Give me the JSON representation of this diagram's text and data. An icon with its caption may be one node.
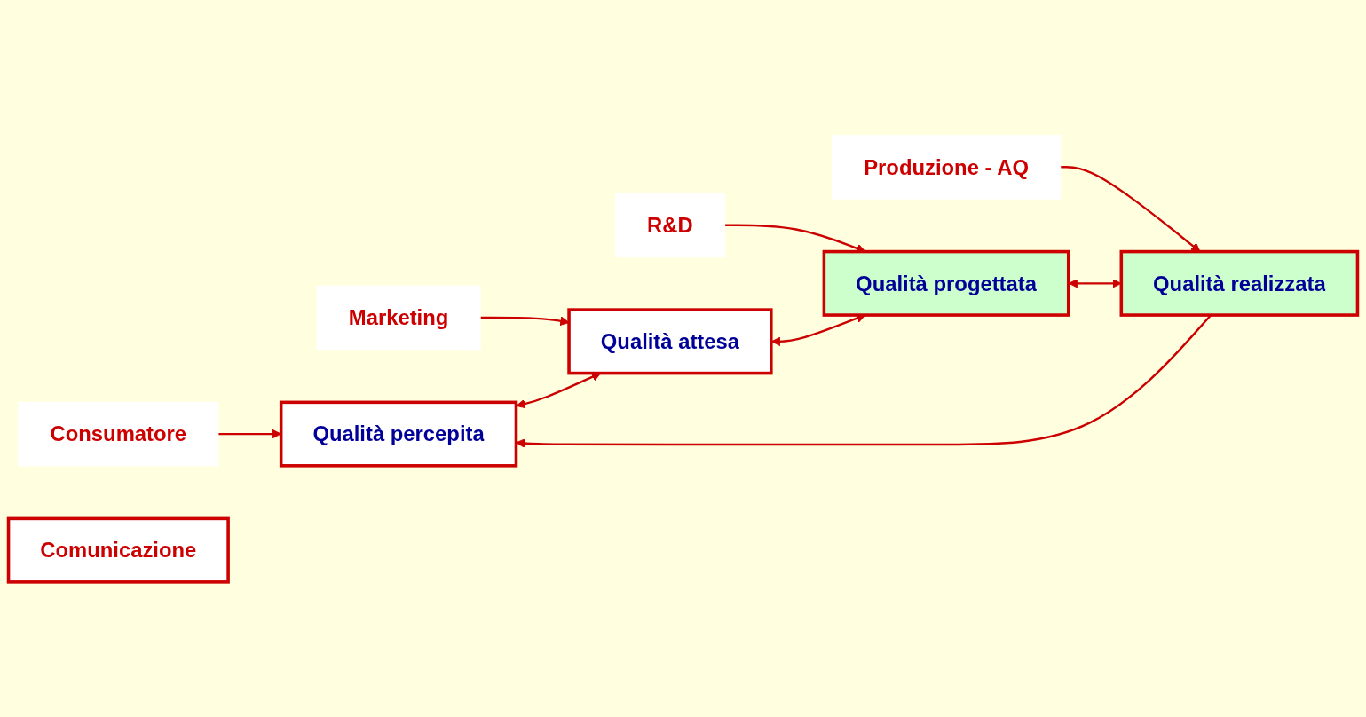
{
  "diagram": {
    "nodes": [
      {
        "text": [
          "Consumatore"
        ]
      },
      {
        "text": [
          "Marketing"
        ]
      },
      {
        "text": [
          "R&D"
        ]
      },
      {
        "text": [
          "Produzione - AQ"
        ]
      },
      {
        "text": [
          "Qualità percepita"
        ]
      },
      {
        "text": [
          "Qualità attesa"
        ]
      },
      {
        "text": [
          "Qualità progettata"
        ]
      },
      {
        "text": [
          "Qualità realizzata"
        ]
      },
      {
        "text": [
          "Comunicazione"
        ]
      }
    ],
    "edges": [
      {
        "from": 0,
        "to": 4,
        "arrow": "to"
      },
      {
        "from": 1,
        "to": 5,
        "arrow": "to"
      },
      {
        "from": 2,
        "to": 6,
        "arrow": "to"
      },
      {
        "from": 3,
        "to": 7,
        "arrow": "to"
      },
      {
        "from": 4,
        "to": 5,
        "arrow": "both"
      },
      {
        "from": 5,
        "to": 6,
        "arrow": "both"
      },
      {
        "from": 6,
        "to": 7,
        "arrow": "both"
      },
      {
        "from": 7,
        "to": 4,
        "arrow": "to"
      }
    ]
  }
}
